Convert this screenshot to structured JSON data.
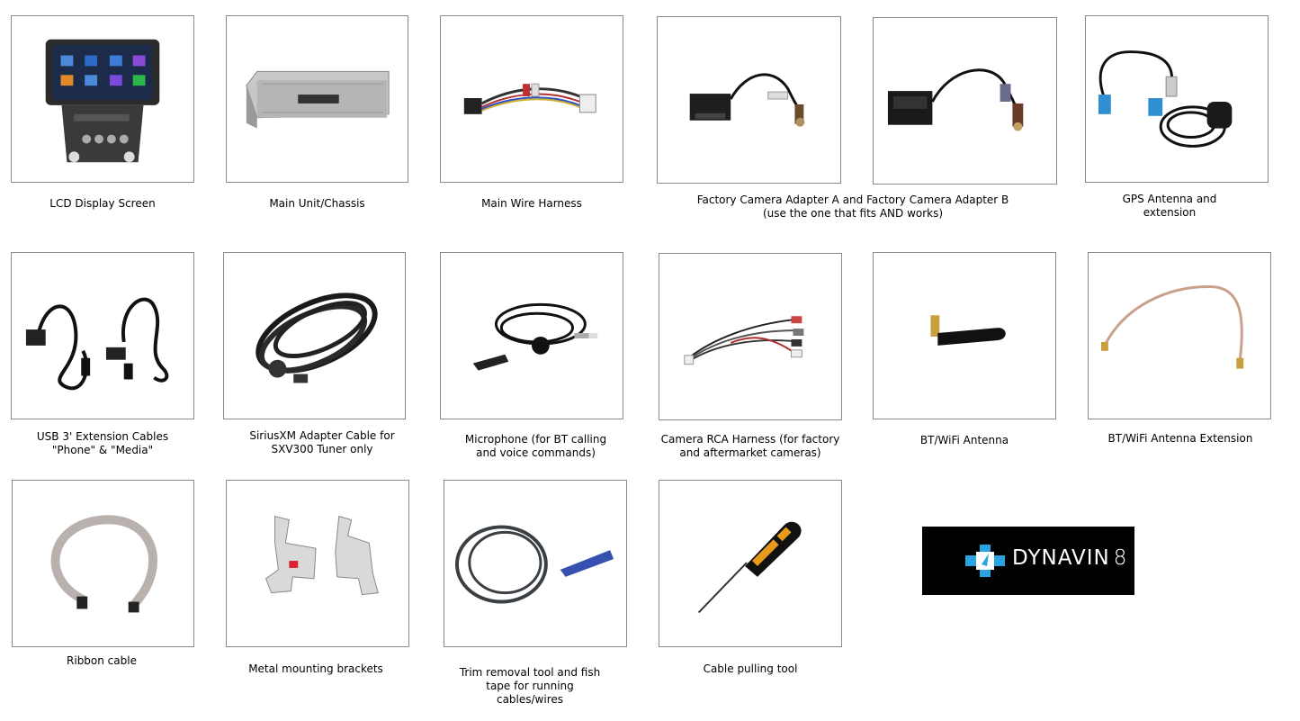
{
  "items": [
    {
      "caption": "LCD Display Screen",
      "icon": "lcd-display-icon"
    },
    {
      "caption": "Main Unit/Chassis",
      "icon": "chassis-icon"
    },
    {
      "caption": "Main Wire Harness",
      "icon": "wire-harness-icon"
    },
    {
      "caption": "Factory Camera Adapter A and Factory Camera Adapter B",
      "caption2": "(use the one that fits AND works)",
      "icon": "camera-adapter-icon"
    },
    {
      "caption": "GPS Antenna and",
      "caption2": "extension",
      "icon": "gps-antenna-icon"
    },
    {
      "caption": "USB 3' Extension Cables",
      "caption2": "\"Phone\" & \"Media\"",
      "icon": "usb-cable-icon"
    },
    {
      "caption": "SiriusXM Adapter Cable for",
      "caption2": "SXV300 Tuner only",
      "icon": "siriusxm-cable-icon"
    },
    {
      "caption": "Microphone (for BT calling",
      "caption2": "and voice commands)",
      "icon": "microphone-icon"
    },
    {
      "caption": "Camera RCA Harness (for factory",
      "caption2": "and aftermarket cameras)",
      "icon": "rca-harness-icon"
    },
    {
      "caption": "BT/WiFi Antenna",
      "icon": "bt-wifi-antenna-icon"
    },
    {
      "caption": "BT/WiFi Antenna Extension",
      "icon": "antenna-extension-icon"
    },
    {
      "caption": "Ribbon cable",
      "icon": "ribbon-cable-icon"
    },
    {
      "caption": "Metal mounting brackets",
      "icon": "bracket-icon"
    },
    {
      "caption": "Trim removal tool and fish",
      "caption2": "tape for running",
      "caption3": "cables/wires",
      "icon": "trim-tool-icon"
    },
    {
      "caption": "Cable pulling tool",
      "icon": "screwdriver-icon"
    }
  ],
  "logo": {
    "text": "DYNAVIN",
    "number": "8"
  }
}
